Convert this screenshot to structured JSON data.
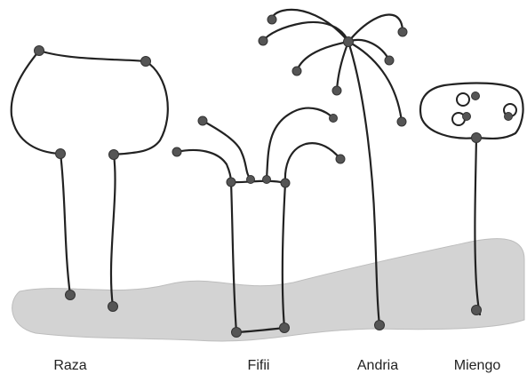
{
  "labels": {
    "raza": "Raza",
    "fifii": "Fifii",
    "andria": "Andria",
    "miengo": "Miengo"
  },
  "colors": {
    "ground": "#d3d3d3",
    "ground_outline": "#bdbdbd",
    "line": "#222222",
    "dot": "#555555"
  }
}
